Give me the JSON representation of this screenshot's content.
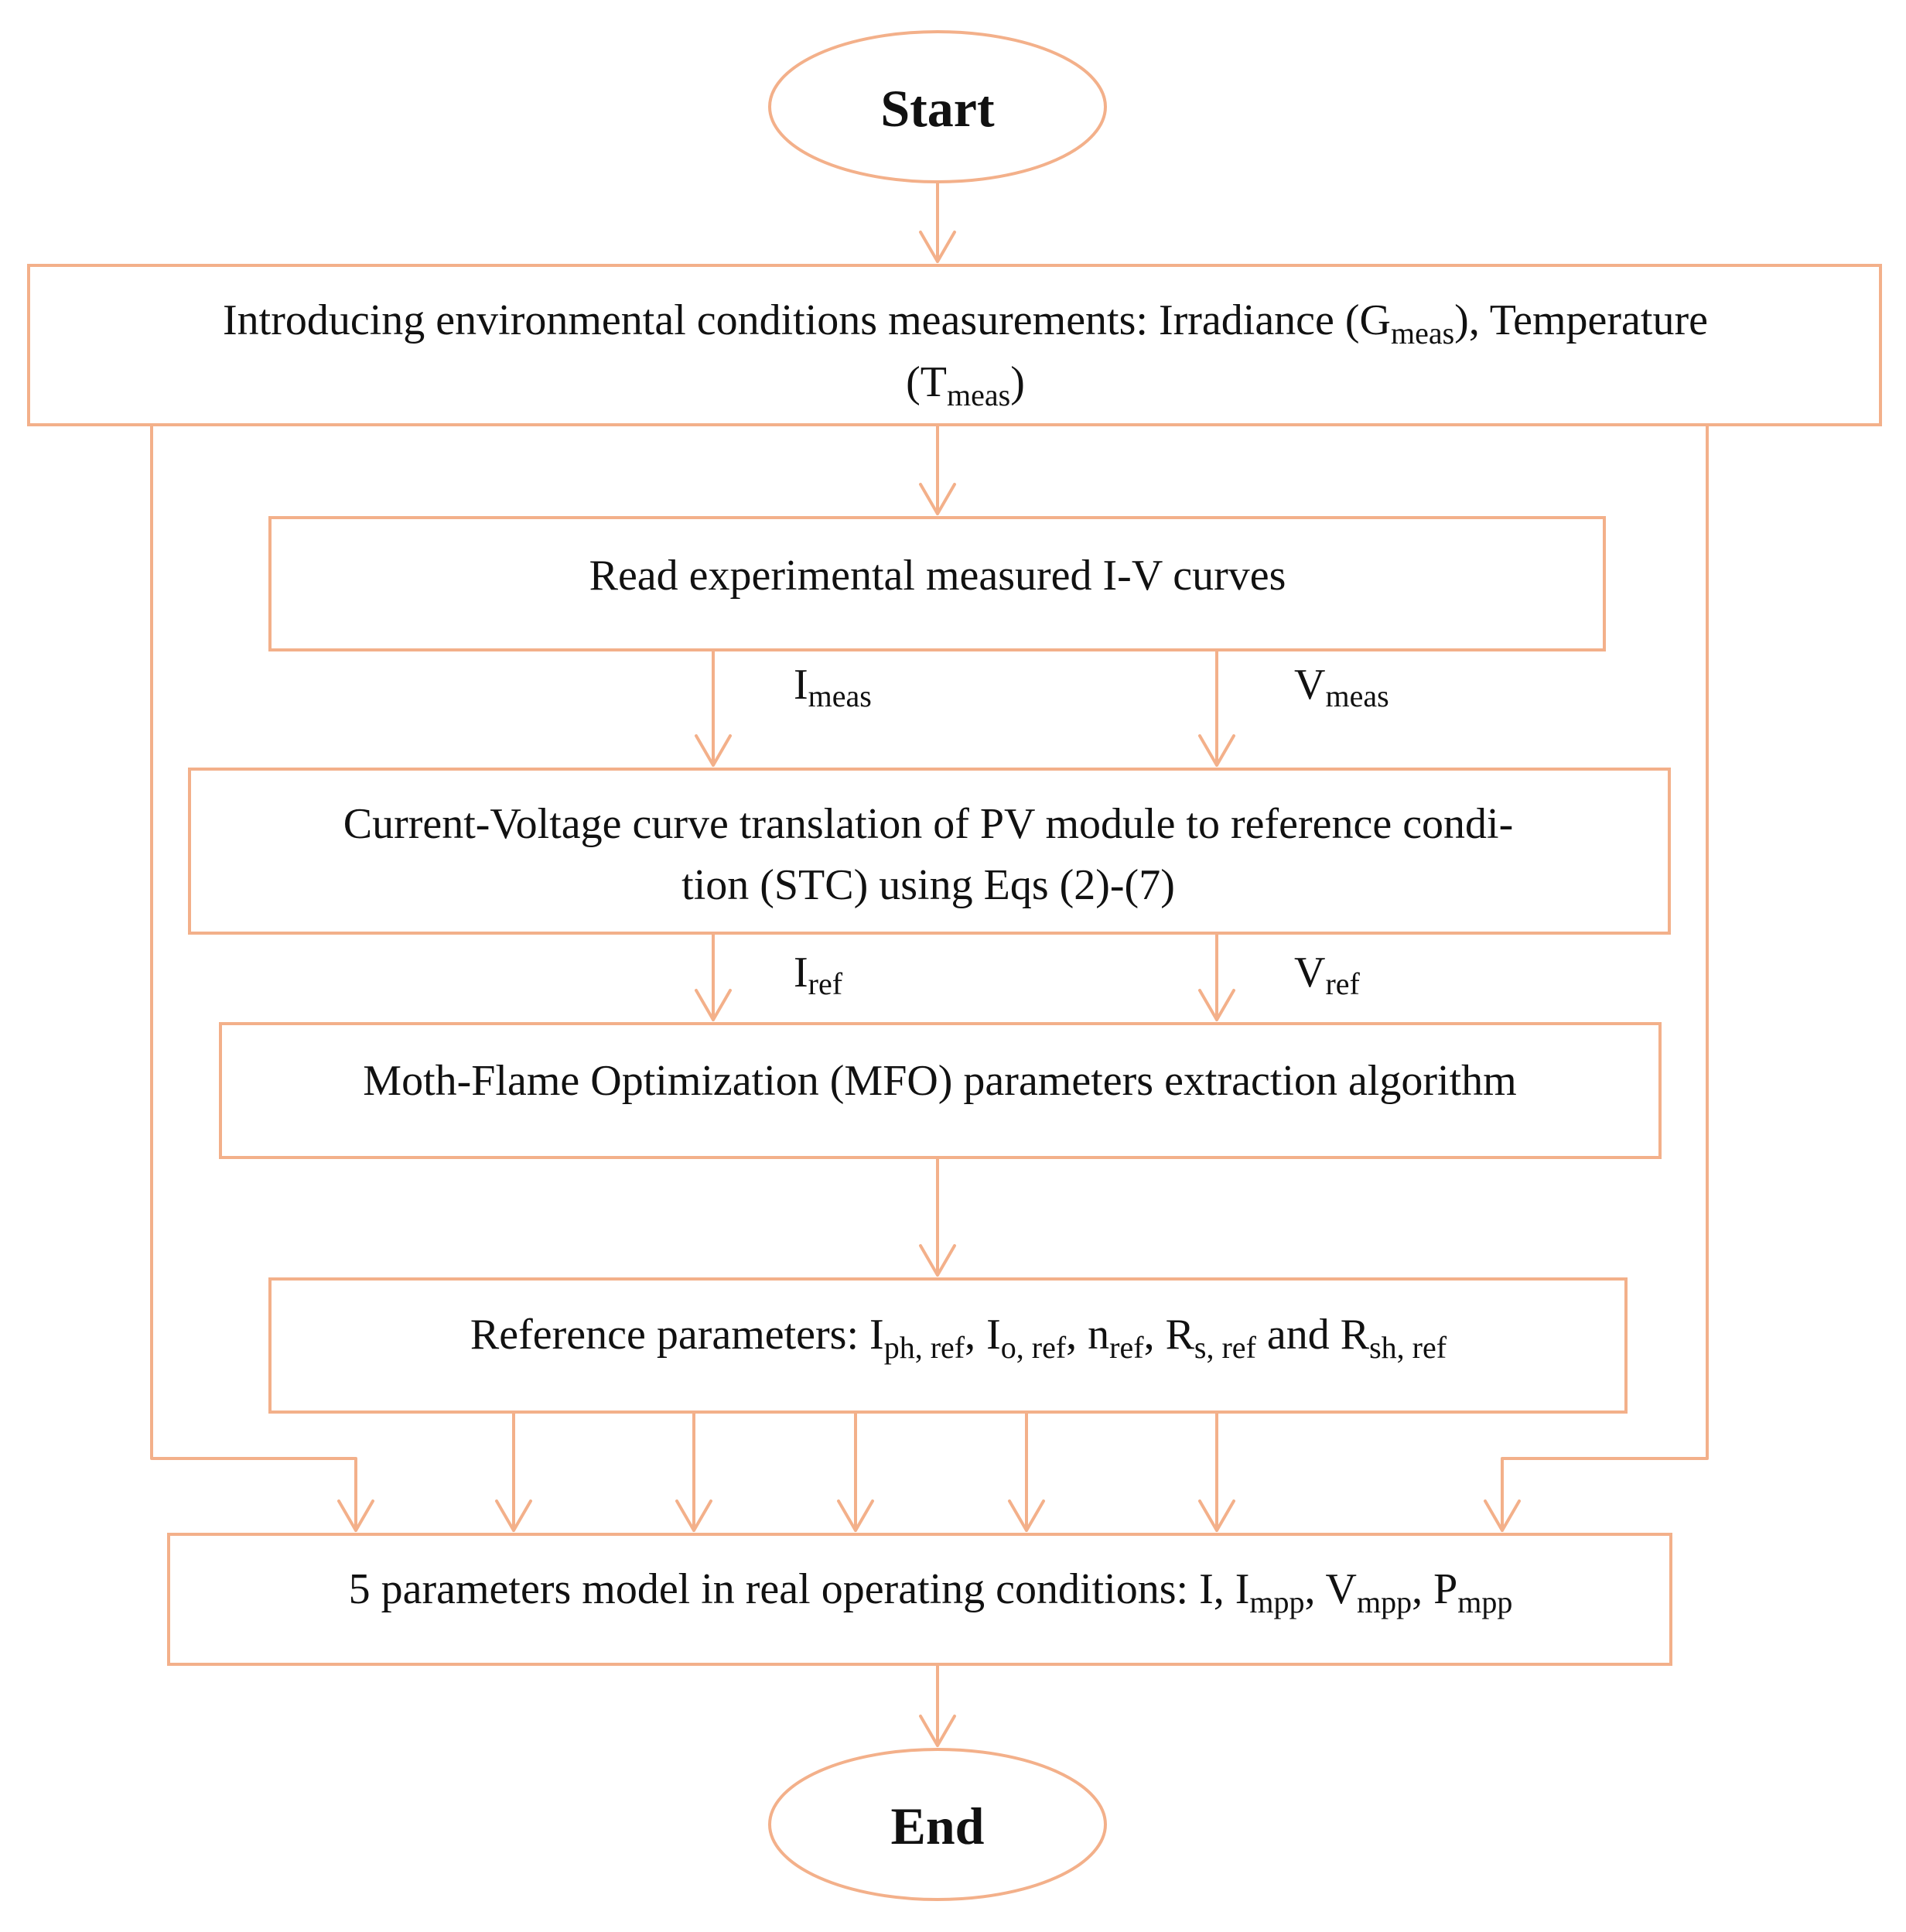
{
  "diagram": {
    "stroke_color": "#f3b08a",
    "text_color": "#111111",
    "start": {
      "label": "Start"
    },
    "end": {
      "label": "End"
    },
    "env_box": {
      "line1_a": "Introducing environmental conditions measurements: Irradiance (G",
      "line1_sub": "meas",
      "line1_b": "), Temperature",
      "line2_a": "(T",
      "line2_sub": "meas",
      "line2_b": ")"
    },
    "read_box": {
      "label": "Read experimental measured I-V curves"
    },
    "edge_imeas": {
      "main": "I",
      "sub": "meas"
    },
    "edge_vmeas": {
      "main": "V",
      "sub": "meas"
    },
    "translate_box": {
      "line1": "Current-Voltage curve translation of PV module to reference condi-",
      "line2": "tion (STC) using Eqs (2)-(7)"
    },
    "edge_iref": {
      "main": "I",
      "sub": "ref"
    },
    "edge_vref": {
      "main": "V",
      "sub": "ref"
    },
    "mfo_box": {
      "label": "Moth-Flame Optimization (MFO) parameters extraction algorithm"
    },
    "ref_box": {
      "prefix": "Reference parameters: ",
      "p1": "I",
      "p1_sub": "ph, ref",
      "sep1": ", ",
      "p2": "I",
      "p2_sub": "o, ref",
      "sep2": ", ",
      "p3": "n",
      "p3_sub": "ref",
      "sep3": ", ",
      "p4": "R",
      "p4_sub": "s, ref",
      "and": " and ",
      "p5": "R",
      "p5_sub": "sh, ref"
    },
    "model_box": {
      "prefix": "5 parameters model in real operating conditions: I, ",
      "p1": "I",
      "p1_sub": "mpp",
      "sep1": ", ",
      "p2": "V",
      "p2_sub": "mpp",
      "sep2": ", ",
      "p3": "P",
      "p3_sub": "mpp"
    }
  }
}
